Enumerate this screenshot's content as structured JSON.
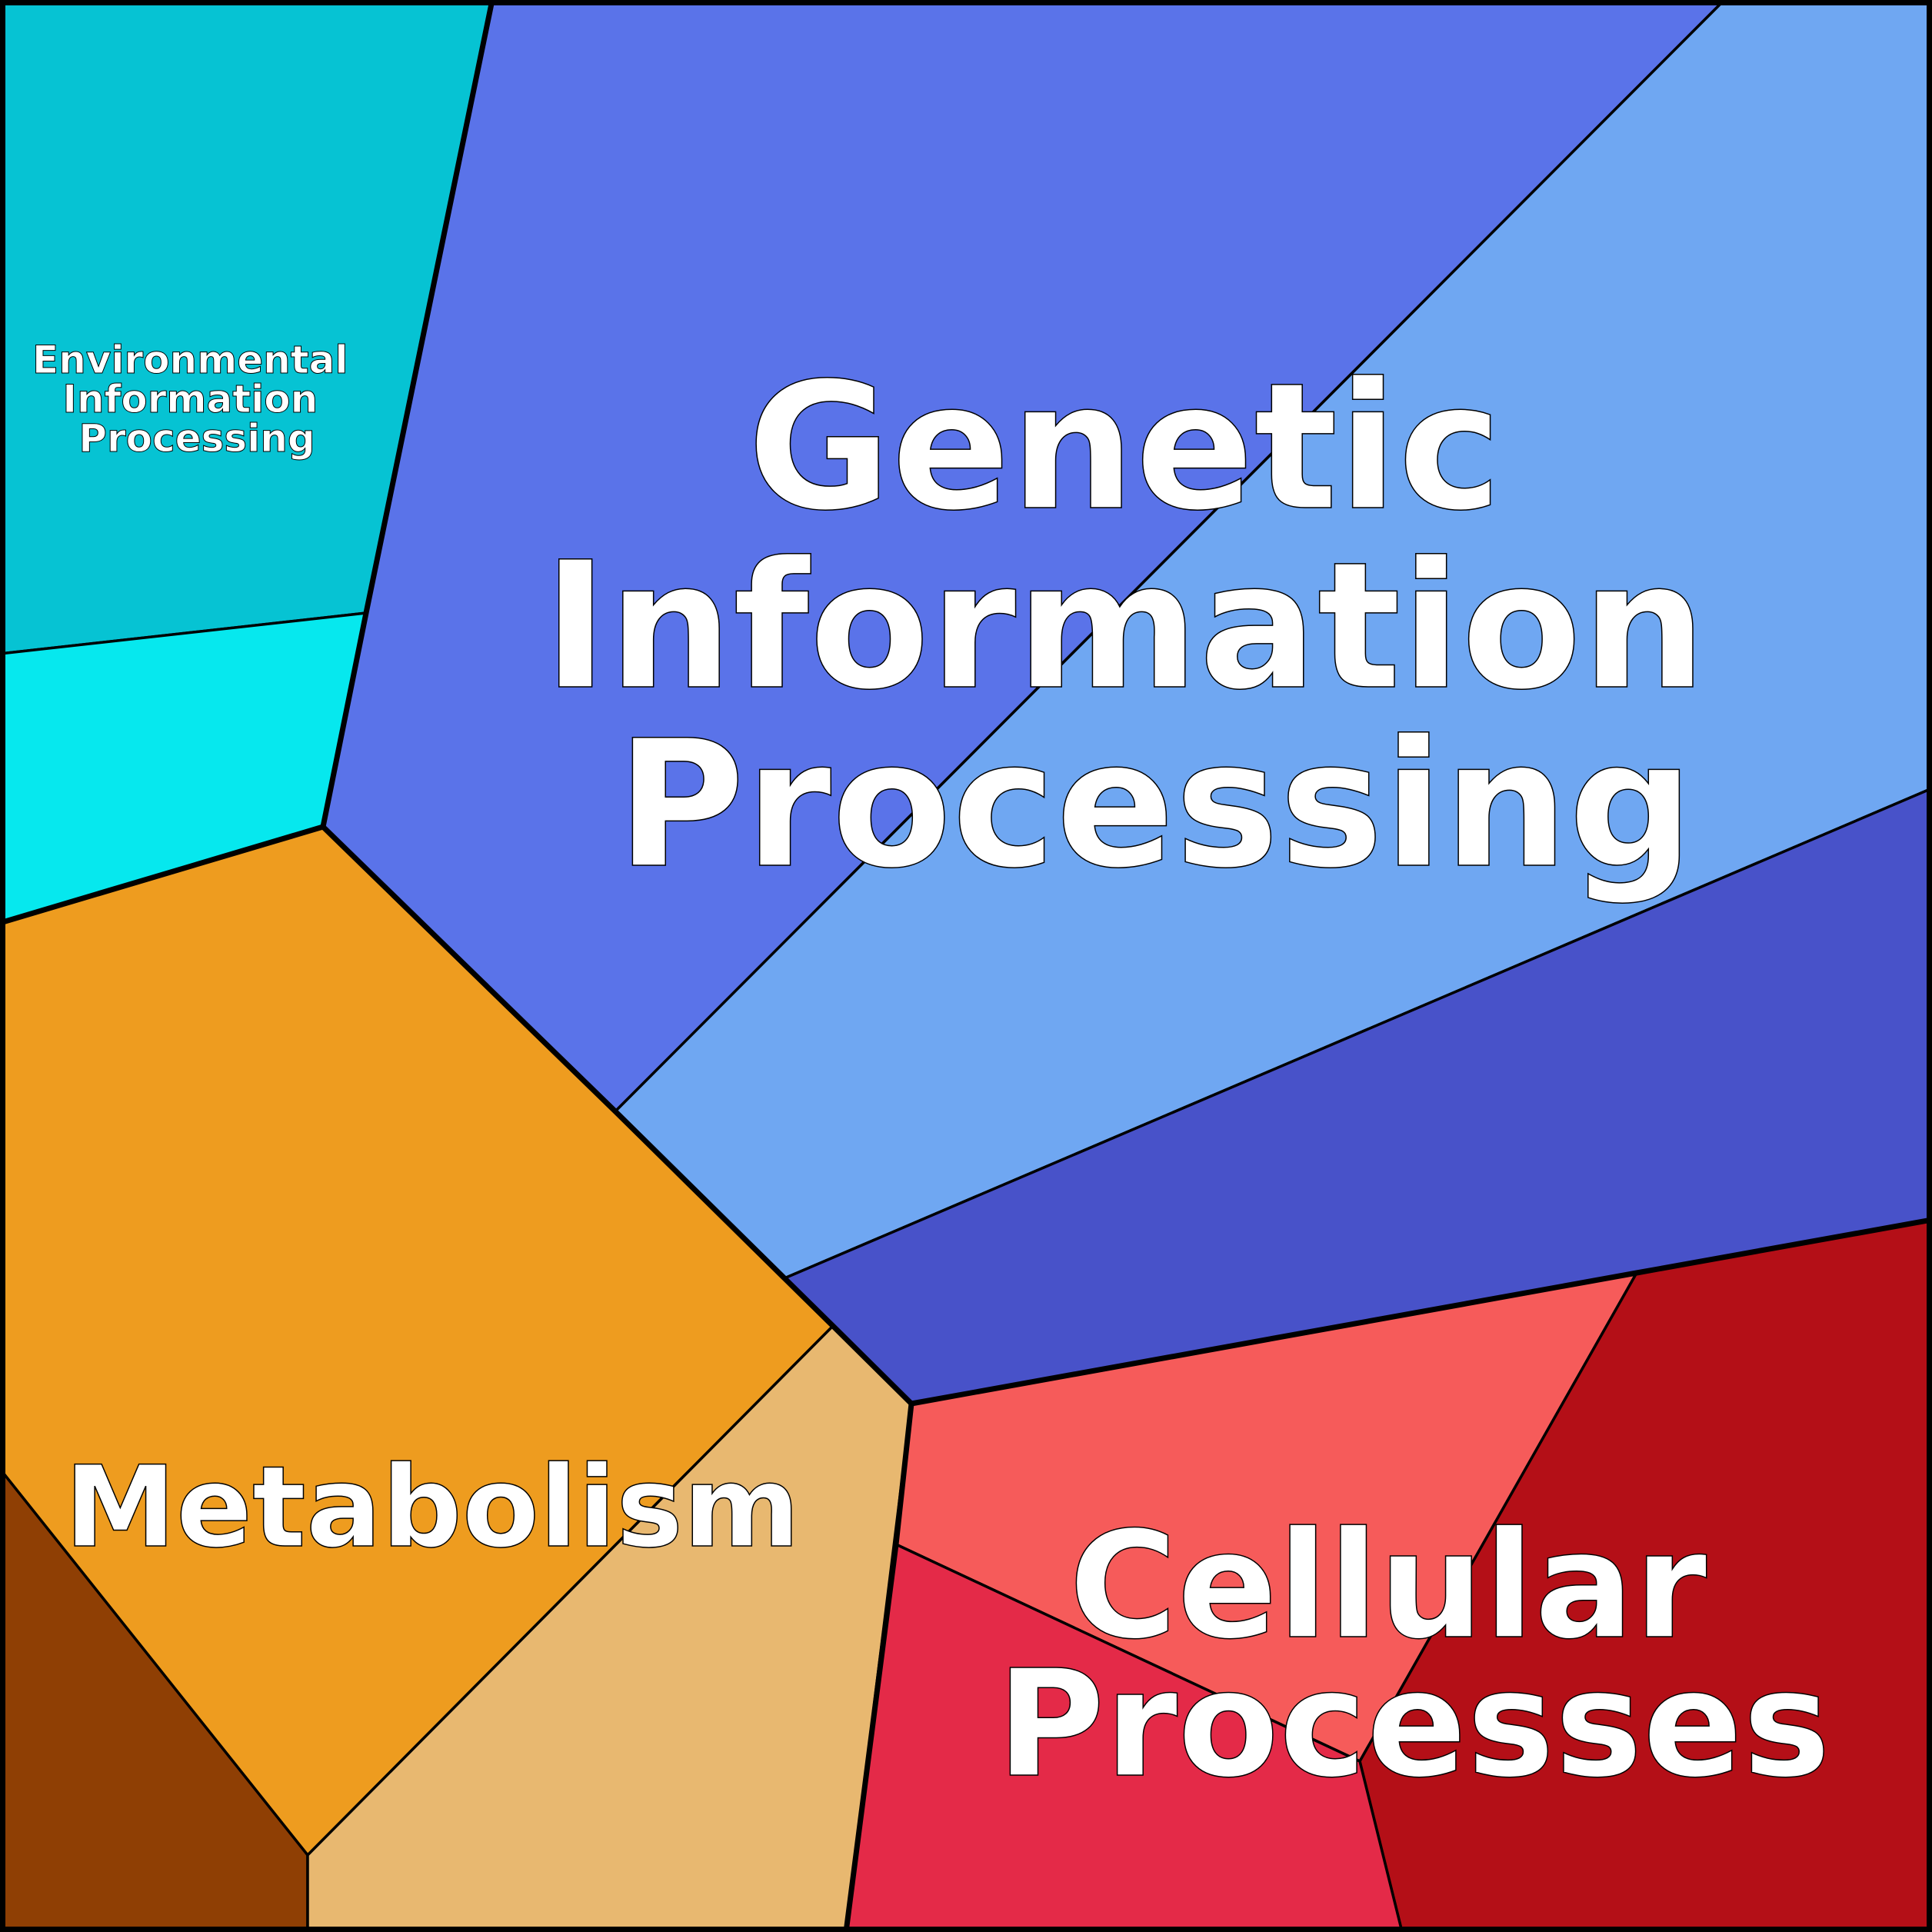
{
  "diagram": {
    "type": "voronoi-treemap",
    "groups": [
      {
        "id": "environmental",
        "label_lines": [
          "Environmental",
          "Information",
          "Processing"
        ],
        "cells": [
          {
            "name": "environmental-cell-1",
            "color": "#06c3d3"
          },
          {
            "name": "environmental-cell-2",
            "color": "#06e8ee"
          }
        ]
      },
      {
        "id": "genetic",
        "label_lines": [
          "Genetic",
          "Information",
          "Processing"
        ],
        "cells": [
          {
            "name": "genetic-cell-1",
            "color": "#5a73e9"
          },
          {
            "name": "genetic-cell-2",
            "color": "#6fa7f2"
          },
          {
            "name": "genetic-cell-3",
            "color": "#4852c9"
          }
        ]
      },
      {
        "id": "metabolism",
        "label_lines": [
          "Metabolism"
        ],
        "cells": [
          {
            "name": "metabolism-cell-1",
            "color": "#ee9c1f"
          },
          {
            "name": "metabolism-cell-2",
            "color": "#8f3f04"
          },
          {
            "name": "metabolism-cell-3",
            "color": "#e8b870"
          }
        ]
      },
      {
        "id": "cellular",
        "label_lines": [
          "Cellular",
          "Processes"
        ],
        "cells": [
          {
            "name": "cellular-cell-1",
            "color": "#f65b5a"
          },
          {
            "name": "cellular-cell-2",
            "color": "#b40f17"
          },
          {
            "name": "cellular-cell-3",
            "color": "#e42a48"
          }
        ]
      }
    ]
  }
}
